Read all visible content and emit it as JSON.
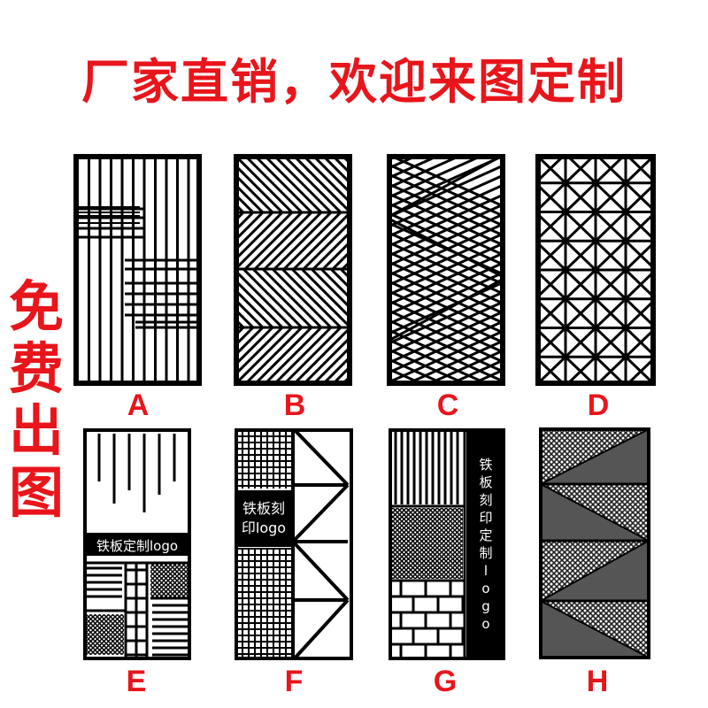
{
  "headline": "厂家直销，欢迎来图定制",
  "side_text": [
    "免",
    "费",
    "出",
    "图"
  ],
  "colors": {
    "headline": "#e8151b",
    "side_text": "#e8151b",
    "label": "#e8151b",
    "panel": "#000000"
  },
  "panels": [
    {
      "id": "A",
      "label": "A"
    },
    {
      "id": "B",
      "label": "B"
    },
    {
      "id": "C",
      "label": "C"
    },
    {
      "id": "D",
      "label": "D"
    },
    {
      "id": "E",
      "label": "E",
      "text": "铁板定制logo"
    },
    {
      "id": "F",
      "label": "F",
      "text_line1": "铁板刻",
      "text_line2": "印logo"
    },
    {
      "id": "G",
      "label": "G",
      "text": [
        "铁",
        "板",
        "刻",
        "印",
        "定",
        "制",
        "l",
        "o",
        "g",
        "o"
      ]
    },
    {
      "id": "H",
      "label": "H"
    }
  ]
}
